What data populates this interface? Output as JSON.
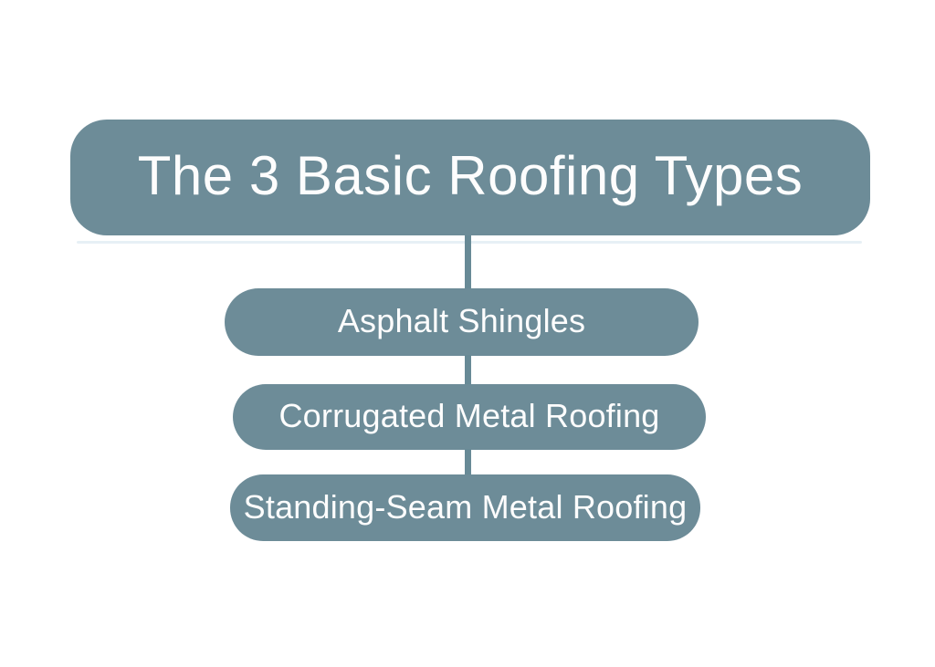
{
  "diagram": {
    "title": "The 3 Basic Roofing Types",
    "items": [
      {
        "label": "Asphalt Shingles"
      },
      {
        "label": "Corrugated Metal Roofing"
      },
      {
        "label": "Standing-Seam Metal Roofing"
      }
    ]
  },
  "colors": {
    "box_fill": "#6d8c98",
    "connector": "#688a96",
    "text": "#fdfdfd",
    "background": "#ffffff"
  }
}
